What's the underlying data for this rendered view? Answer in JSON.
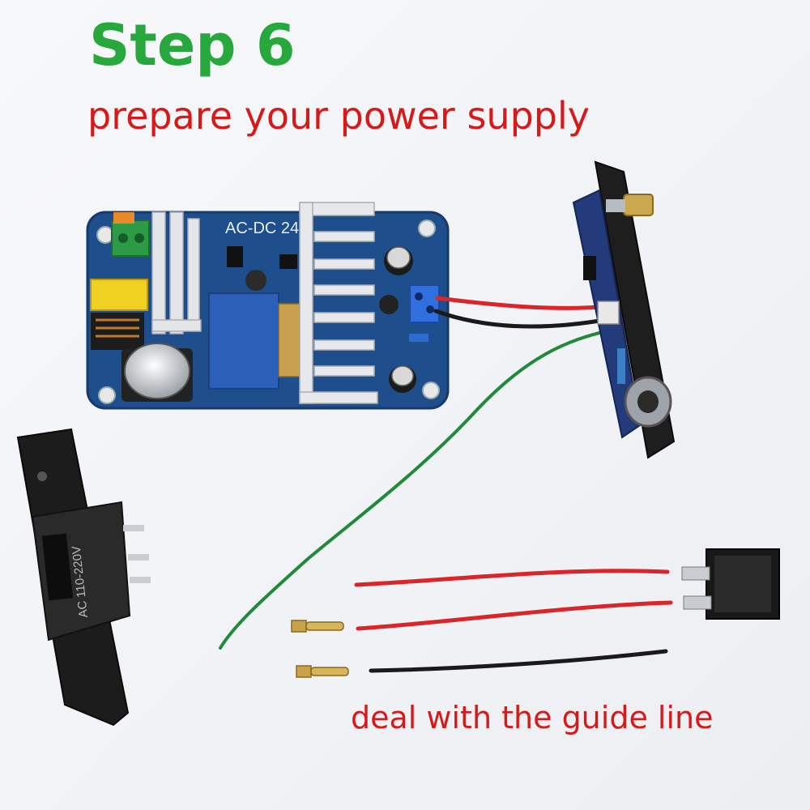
{
  "heading": {
    "title": "Step 6",
    "subtitle": "prepare your power supply"
  },
  "board": {
    "silkscreen": "AC-DC 24V"
  },
  "panel_label": "AC 110-220V",
  "footer_note": "deal with the guide line",
  "colors": {
    "title": "#27a83c",
    "text": "#d61a1a",
    "pcb": "#1f4e8c",
    "wire_red": "#d8262a",
    "wire_black": "#1a1a1a",
    "wire_green": "#1f8a3a"
  }
}
